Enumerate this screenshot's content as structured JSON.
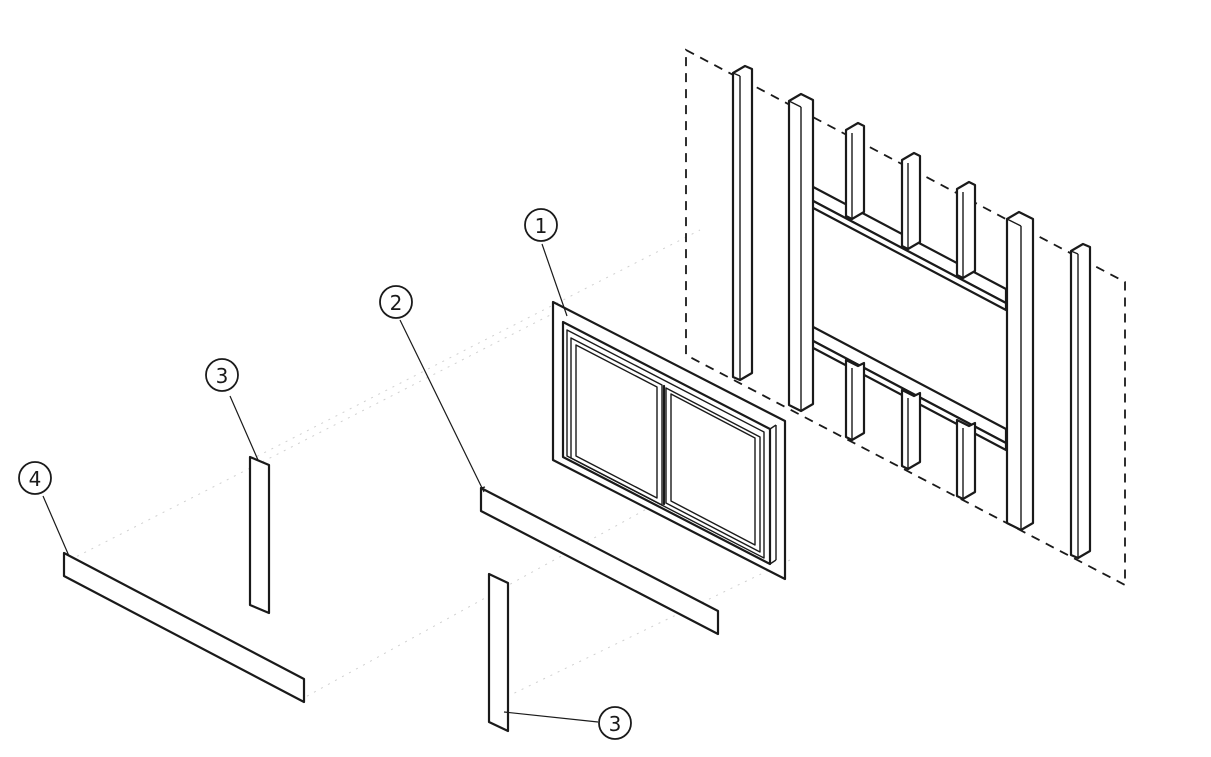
{
  "callouts": {
    "window_unit": "1",
    "header_trim": "2",
    "side_trim_upper": "3",
    "side_trim_lower": "3",
    "sill_trim": "4"
  },
  "colors": {
    "line": "#1a1a1a",
    "background": "#ffffff"
  }
}
